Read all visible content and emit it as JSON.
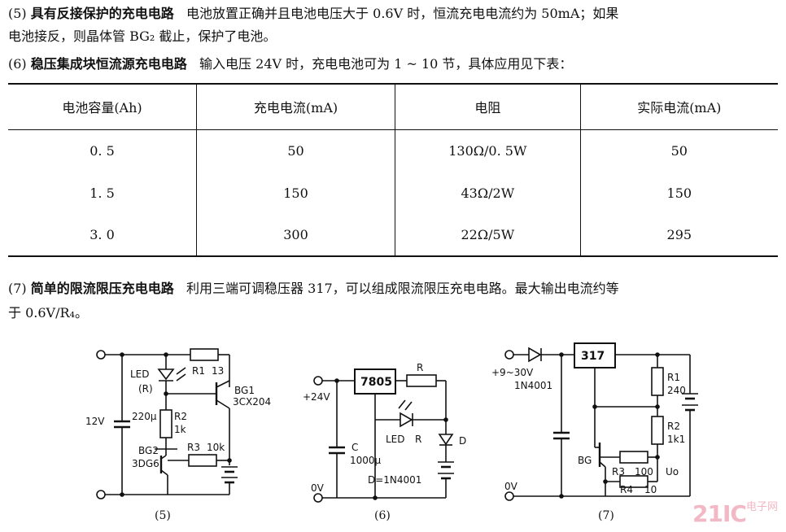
{
  "paragraph5": {
    "line1_num": "(5)",
    "line1_title": "具有反接保护的充电电路",
    "line1_text": "电池放置正确并且电池电压大于 0.6V 时，恒流充电电流约为 50mA；如果",
    "line2_text": "电池接反，则晶体管 BG₂ 截止，保护了电池。"
  },
  "paragraph6": {
    "num": "(6)",
    "title": "稳压集成块恒流源充电电路",
    "text": "输入电压 24V 时，充电电池可为 1 ~ 10 节，具体应用见下表："
  },
  "table": {
    "headers": [
      "电池容量(Ah)",
      "充电电流(mA)",
      "电阻",
      "实际电流(mA)"
    ],
    "rows": [
      [
        "0. 5",
        "50",
        "130Ω/0. 5W",
        "50"
      ],
      [
        "1. 5",
        "150",
        "43Ω/2W",
        "150"
      ],
      [
        "3. 0",
        "300",
        "22Ω/5W",
        "295"
      ]
    ]
  },
  "paragraph7": {
    "line1_num": "(7)",
    "line1_title": "简单的限流限压充电电路",
    "line1_text": "利用三端可调稳压器 317，可以组成限流限压充电电路。最大输出电流约等",
    "line2_text": "于 0.6V/R₄。"
  },
  "circuit5": {
    "voltage": "12V",
    "cap": "220μ",
    "led": "LED",
    "led_r": "(R)",
    "r1": "R1",
    "r1_val": "13",
    "bg1": "BG1",
    "bg1_type": "3CX204",
    "r2": "R2",
    "r2_val": "1k",
    "bg2": "BG2",
    "bg2_type": "3DG6",
    "r3": "R3",
    "r3_val": "10k",
    "caption": "(5)"
  },
  "circuit6": {
    "regulator": "7805",
    "r": "R",
    "input": "+24V",
    "ground": "0V",
    "cap": "C",
    "cap_val": "1000μ",
    "led": "LED",
    "led_r": "R",
    "diode": "D",
    "diode_note": "D=1N4001",
    "caption": "(6)"
  },
  "circuit7": {
    "regulator": "317",
    "input": "+9~30V",
    "diode_type": "1N4001",
    "r1": "R1",
    "r1_val": "240",
    "r2": "R2",
    "r2_val": "1k1",
    "bg": "BG",
    "r3": "R3",
    "r3_val": "100",
    "r4": "R4",
    "r4_val": "10",
    "uo": "Uo",
    "ground": "0V",
    "caption": "(7)"
  },
  "watermark": {
    "brand": "21IC",
    "sub": "电子网"
  }
}
